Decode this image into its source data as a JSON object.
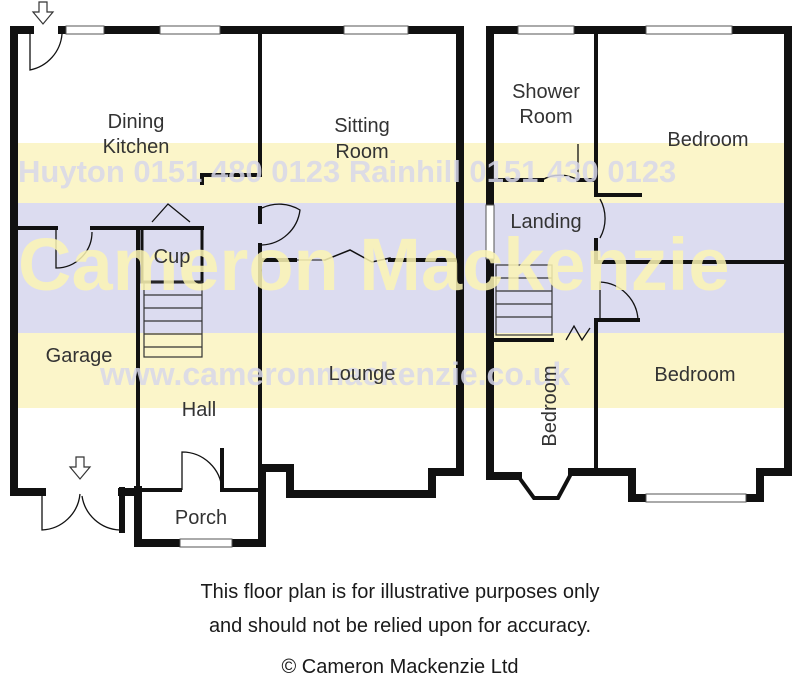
{
  "rooms": {
    "dining_kitchen": [
      "Dining",
      "Kitchen"
    ],
    "sitting_room": [
      "Sitting",
      "Room"
    ],
    "cup": "Cup",
    "garage": "Garage",
    "hall": "Hall",
    "lounge": "Lounge",
    "porch": "Porch",
    "shower_room": [
      "Shower",
      "Room"
    ],
    "bedroom_1": "Bedroom",
    "landing": "Landing",
    "bedroom_2": "Bedroom",
    "bedroom_3": "Bedroom"
  },
  "watermark": {
    "phones": "Huyton 0151 480 0123  Rainhill 0151 430 0123",
    "brand": "Cameron Mackenzie",
    "website": "www.cameronmackenzie.co.uk"
  },
  "disclaimer": {
    "line1": "This floor plan is for illustrative purposes only",
    "line2": "and should not be relied upon for accuracy.",
    "copyright": "© Cameron Mackenzie Ltd"
  },
  "colors": {
    "wall": "#111111",
    "band_yellow": "#fbf5c9",
    "band_blue": "#dcdcf0",
    "brand_text": "#fbf4b4",
    "watermark_text": "#d7d7ea"
  }
}
